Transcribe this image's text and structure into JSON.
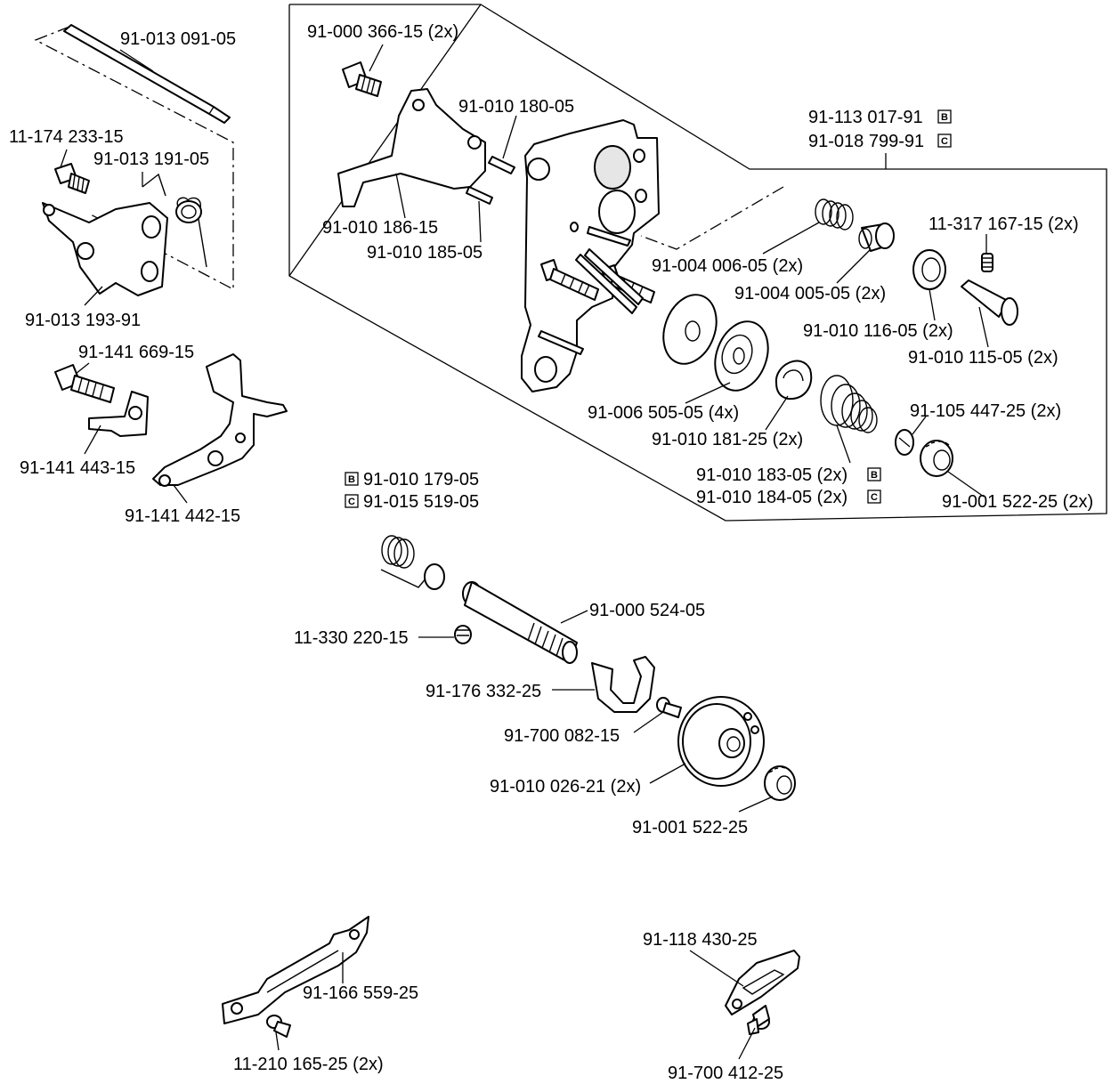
{
  "labels": {
    "p1": "91-013 091-05",
    "p2": "11-174 233-15",
    "p3": "91-013 191-05",
    "p4": "91-013 193-91",
    "p5": "91-141 669-15",
    "p6": "91-141 443-15",
    "p7": "91-141 442-15",
    "p8": "91-000 366-15 (2x)",
    "p9": "91-010 180-05",
    "p10": "91-010 186-15",
    "p11": "91-010 185-05",
    "p12": "91-113 017-91",
    "p13": "91-018 799-91",
    "p14": "91-004 006-05 (2x)",
    "p15": "11-317 167-15 (2x)",
    "p16": "91-004 005-05 (2x)",
    "p17": "91-010 116-05 (2x)",
    "p18": "91-010 115-05 (2x)",
    "p19": "91-006 505-05 (4x)",
    "p20": "91-010 181-25 (2x)",
    "p21": "91-105 447-25 (2x)",
    "p22": "91-010 183-05 (2x)",
    "p23": "91-010 184-05 (2x)",
    "p24": "91-001 522-25 (2x)",
    "p25": "91-010 179-05",
    "p26": "91-015 519-05",
    "p27": "91-000 524-05",
    "p28": "11-330 220-15",
    "p29": "91-176 332-25",
    "p30": "91-700 082-15",
    "p31": "91-010 026-21 (2x)",
    "p32": "91-001 522-25",
    "p33": "91-166 559-25",
    "p34": "11-210 165-25 (2x)",
    "p35": "91-118 430-25",
    "p36": "91-700 412-25"
  },
  "variant_marks": {
    "b": "B",
    "c": "C"
  }
}
